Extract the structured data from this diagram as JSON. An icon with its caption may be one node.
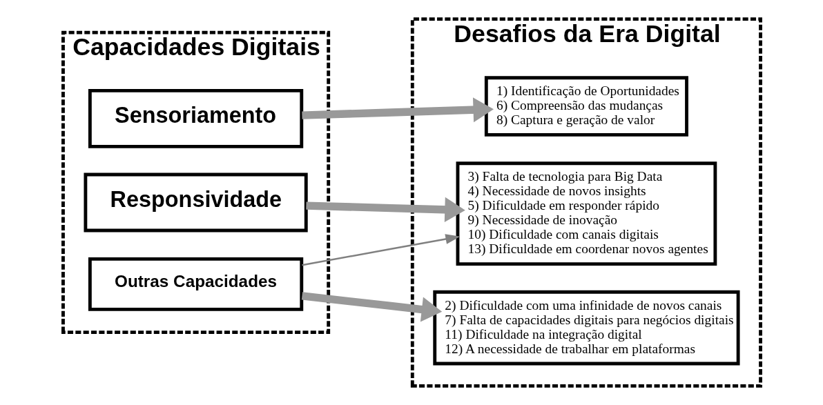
{
  "diagram": {
    "nodes": [
      {
        "text": [
          "Capacidades Digitais"
        ]
      },
      {
        "text": [
          "Sensoriamento"
        ],
        "in": 0
      },
      {
        "text": [
          "Responsividade"
        ],
        "in": 0
      },
      {
        "text": [
          "Outras Capacidades"
        ],
        "in": 0
      },
      {
        "text": [
          "Desafios da Era Digital"
        ]
      },
      {
        "text": [
          "1) Identificação de Oportunidades",
          "6) Compreensão das mudanças",
          "8) Captura e geração de valor"
        ],
        "in": 4
      },
      {
        "text": [
          "3) Falta de tecnologia para Big Data",
          "4) Necessidade de novos insights",
          "5) Dificuldade em responder rápido",
          "9) Necessidade de inovação",
          "10) Dificuldade com canais digitais",
          "13) Dificuldade em coordenar novos agentes"
        ],
        "in": 4
      },
      {
        "text": [
          "2) Dificuldade com uma infinidade de novos canais",
          "7) Falta de capacidades digitais para negócios digitais",
          "11) Dificuldade na integração digital",
          "12) A necessidade de trabalhar em plataformas"
        ],
        "in": 4
      }
    ],
    "edges": [
      {
        "from": 1,
        "to": 5,
        "arrow": "to"
      },
      {
        "from": 2,
        "to": 6,
        "arrow": "to"
      },
      {
        "from": 3,
        "to": 6,
        "arrow": "to",
        "color": "#808080"
      },
      {
        "from": 3,
        "to": 7,
        "arrow": "to"
      }
    ]
  }
}
